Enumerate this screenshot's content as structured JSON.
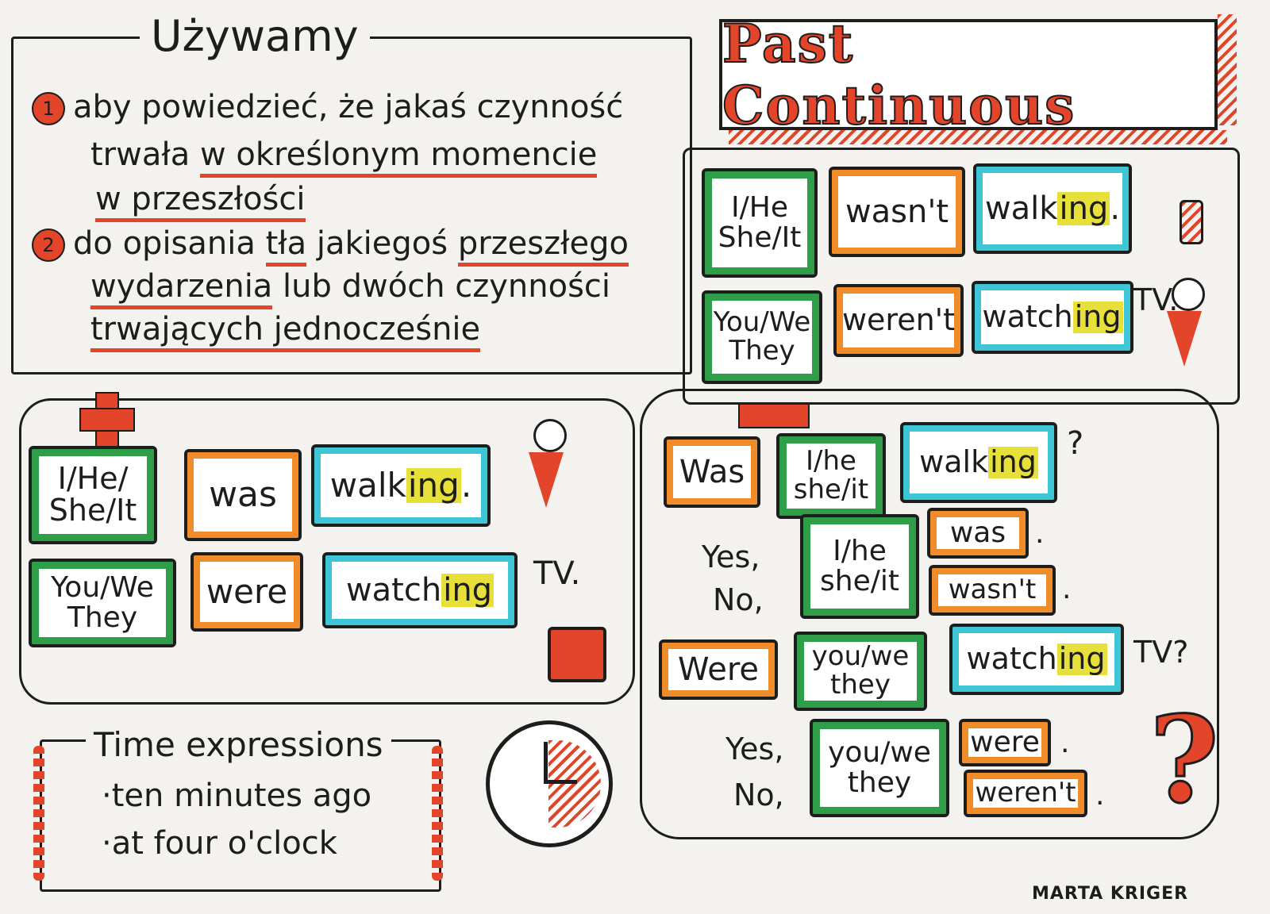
{
  "colors": {
    "accent_red": "#e2452a",
    "subject_green": "#2e9e48",
    "auxiliary_orange": "#f08c2a",
    "verb_cyan": "#3ec5d6",
    "ing_yellow": "#e8e03a",
    "ink": "#1d1d1d",
    "paper": "#f4f2ee"
  },
  "title": "Past Continuous",
  "uses": {
    "heading": "Używamy",
    "items": [
      {
        "number": "1",
        "line1": "aby powiedzieć, że jakaś czynność",
        "line2_plain": "trwała",
        "line2_underlined": "w określonym momencie",
        "line3_underlined": "w przeszłości"
      },
      {
        "number": "2",
        "line1_pre": "do opisania",
        "line1_underlined_a": "tła",
        "line1_mid": "jakiegoś",
        "line1_underlined_b": "przeszłego",
        "line2_underlined": "wydarzenia",
        "line2_plain": "lub dwóch czynności",
        "line3_underlined": "trwających jednocześnie"
      }
    ]
  },
  "negative": {
    "row1": {
      "subject": "I/He She/It",
      "aux": "wasn't",
      "verb_stem": "walk",
      "verb_ing": "ing",
      "verb_end": ".",
      "tail": ""
    },
    "row2": {
      "subject": "You/We They",
      "aux": "weren't",
      "verb_stem": "watch",
      "verb_ing": "ing",
      "verb_end": "",
      "tail": "TV."
    }
  },
  "affirmative": {
    "row1": {
      "subject": "I/He/ She/It",
      "aux": "was",
      "verb_stem": "walk",
      "verb_ing": "ing",
      "verb_end": ".",
      "tail": ""
    },
    "row2": {
      "subject": "You/We They",
      "aux": "were",
      "verb_stem": "watch",
      "verb_ing": "ing",
      "verb_end": "",
      "tail": "TV."
    }
  },
  "questions": {
    "q1": {
      "aux": "Was",
      "subject": "I/he she/it",
      "verb_stem": "walk",
      "verb_ing": "ing",
      "tail": "?"
    },
    "a1": {
      "yes": "Yes,",
      "no": "No,",
      "subject": "I/he she/it",
      "aux_yes": "was",
      "aux_no": "wasn't",
      "dot": "."
    },
    "q2": {
      "aux": "Were",
      "subject": "you/we they",
      "verb_stem": "watch",
      "verb_ing": "ing",
      "tail": "TV?"
    },
    "a2": {
      "yes": "Yes,",
      "no": "No,",
      "subject": "you/we they",
      "aux_yes": "were",
      "aux_no": "weren't",
      "dot": "."
    }
  },
  "time_expressions": {
    "heading": "Time expressions",
    "items": [
      "·ten minutes ago",
      "·at four o'clock"
    ]
  },
  "question_symbol": "?",
  "author": "MARTA KRIGER"
}
